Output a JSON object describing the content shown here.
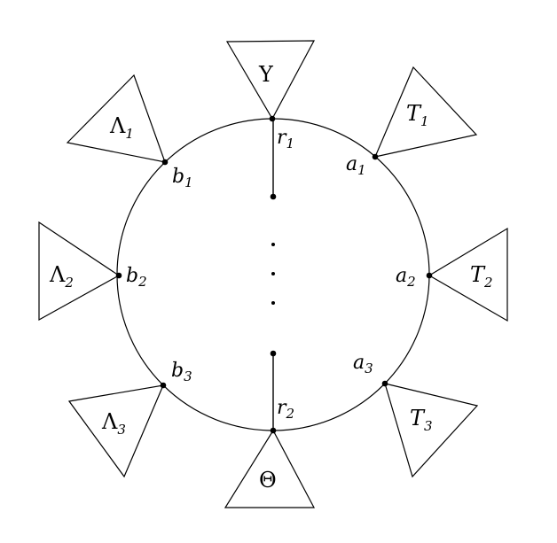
{
  "triangles": {
    "upsilon": {
      "symbol": "Υ",
      "sub": ""
    },
    "theta": {
      "symbol": "Θ",
      "sub": ""
    },
    "lambda1": {
      "symbol": "Λ",
      "sub": "1"
    },
    "lambda2": {
      "symbol": "Λ",
      "sub": "2"
    },
    "lambda3": {
      "symbol": "Λ",
      "sub": "3"
    },
    "t1": {
      "symbol": "T",
      "sub": "1"
    },
    "t2": {
      "symbol": "T",
      "sub": "2"
    },
    "t3": {
      "symbol": "T",
      "sub": "3"
    }
  },
  "vertices": {
    "r1": {
      "letter": "r",
      "sub": "1"
    },
    "r2": {
      "letter": "r",
      "sub": "2"
    },
    "a1": {
      "letter": "a",
      "sub": "1"
    },
    "a2": {
      "letter": "a",
      "sub": "2"
    },
    "a3": {
      "letter": "a",
      "sub": "3"
    },
    "b1": {
      "letter": "b",
      "sub": "1"
    },
    "b2": {
      "letter": "b",
      "sub": "2"
    },
    "b3": {
      "letter": "b",
      "sub": "3"
    }
  }
}
